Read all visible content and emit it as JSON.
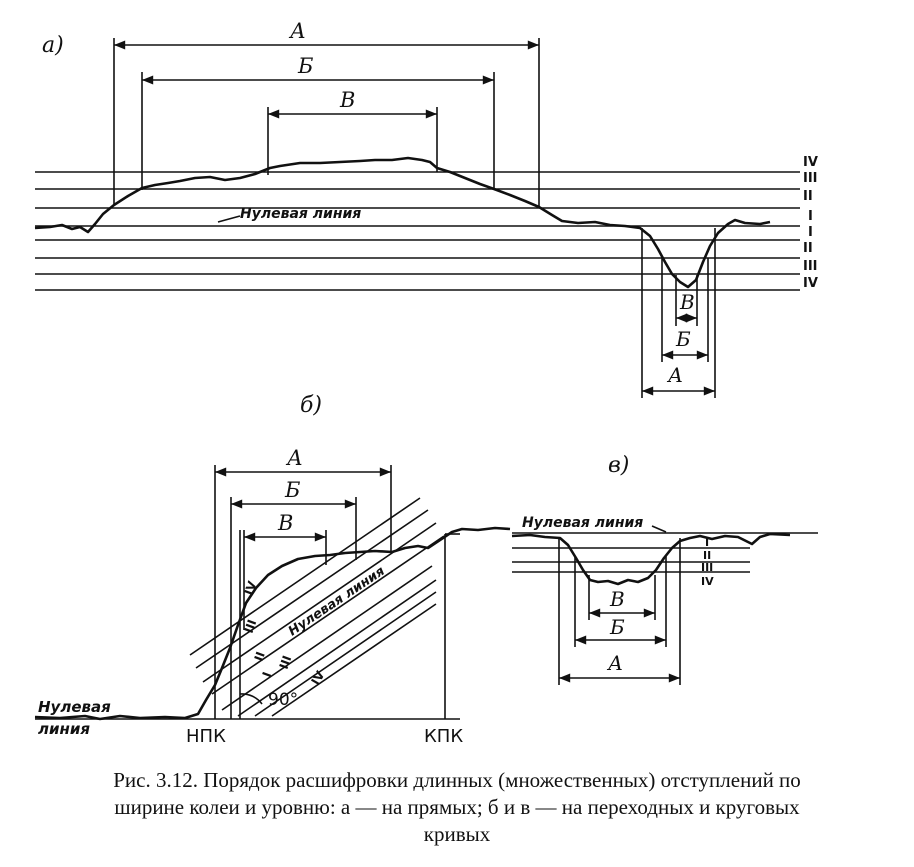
{
  "panels": {
    "a": {
      "label": "а)",
      "dims": [
        "А",
        "Б",
        "В"
      ],
      "zero_line": "Нулевая линия",
      "levels_up": [
        "IV",
        "III",
        "II",
        "I"
      ],
      "levels_down": [
        "I",
        "II",
        "III",
        "IV"
      ],
      "dims_below": [
        "В",
        "Б",
        "А"
      ]
    },
    "b": {
      "label": "б)",
      "dims": [
        "А",
        "Б",
        "В"
      ],
      "zero_line_left": [
        "Нулевая",
        "линия"
      ],
      "zero_line_diag": "Нулевая линия",
      "levels": [
        "IV",
        "III",
        "II",
        "I"
      ],
      "levels_low": [
        "III",
        "IV"
      ],
      "angle": "90°",
      "start": "НПК",
      "end": "КПК"
    },
    "c": {
      "label": "в)",
      "zero_line": "Нулевая линия",
      "levels": [
        "I",
        "II",
        "III",
        "IV"
      ],
      "dims": [
        "В",
        "Б",
        "А"
      ]
    }
  },
  "caption": {
    "line1": "Рис. 3.12. Порядок расшифровки длинных (множественных) отступлений по",
    "line2": "ширине колеи и уровню: а — на прямых; б и в — на переходных и круговых",
    "line3": "кривых"
  }
}
